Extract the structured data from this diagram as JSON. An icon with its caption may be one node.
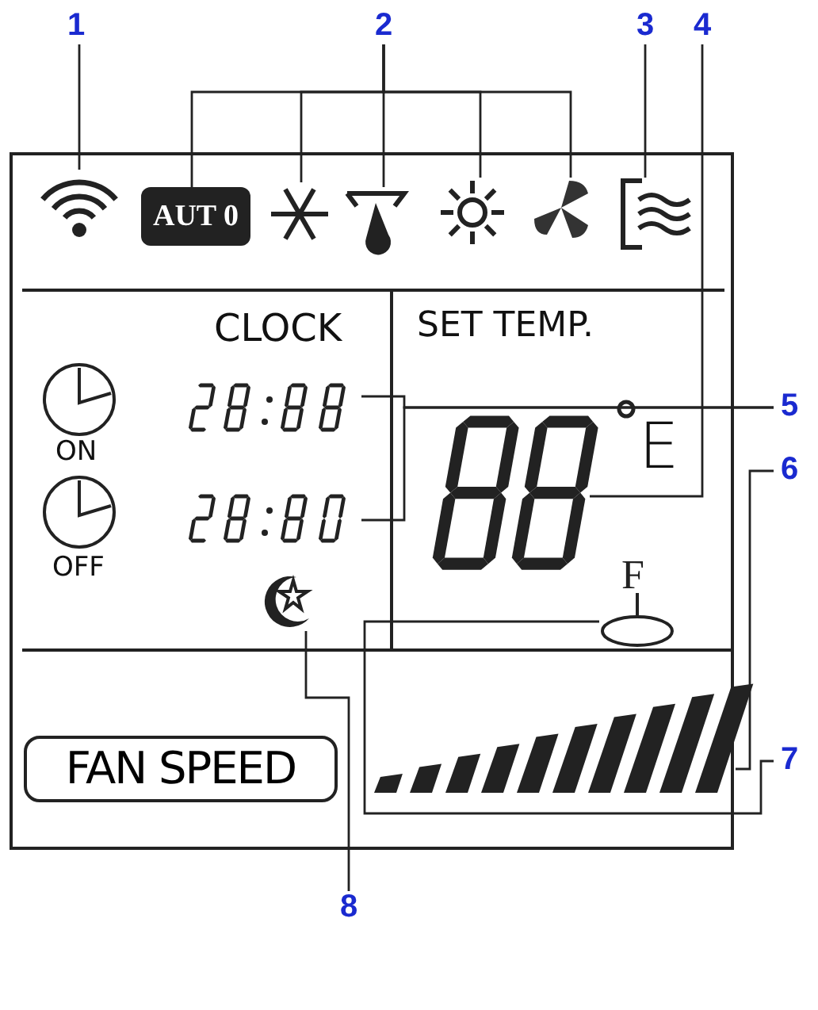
{
  "diagram": {
    "nodes": [
      {
        "text": [
          "1"
        ]
      },
      {
        "text": [
          "2"
        ]
      },
      {
        "text": [
          "3"
        ]
      },
      {
        "text": [
          "4"
        ]
      },
      {
        "text": [
          "5"
        ]
      },
      {
        "text": [
          "6"
        ]
      },
      {
        "text": [
          "7"
        ]
      },
      {
        "text": [
          "8"
        ]
      },
      {
        "text": [],
        "shape": "icon"
      },
      {
        "text": [
          "AUT 0"
        ]
      },
      {
        "text": [],
        "shape": "icon"
      },
      {
        "text": [],
        "shape": "icon"
      },
      {
        "text": [],
        "shape": "icon"
      },
      {
        "text": [],
        "shape": "icon"
      },
      {
        "text": [],
        "shape": "icon"
      },
      {
        "text": [],
        "shape": "display"
      },
      {
        "text": [],
        "shape": "display"
      },
      {
        "text": [],
        "shape": "display"
      },
      {
        "text": [
          "F"
        ]
      },
      {
        "text": [],
        "shape": "icon"
      },
      {
        "text": [],
        "shape": "bar"
      },
      {
        "text": [
          "FAN SPEED"
        ]
      }
    ],
    "edges": [
      {
        "from": 0,
        "to": 8,
        "arrow": "none"
      },
      {
        "from": 1,
        "to": 9,
        "arrow": "none"
      },
      {
        "from": 1,
        "to": 10,
        "arrow": "none"
      },
      {
        "from": 1,
        "to": 11,
        "arrow": "none"
      },
      {
        "from": 1,
        "to": 12,
        "arrow": "none"
      },
      {
        "from": 1,
        "to": 13,
        "arrow": "none"
      },
      {
        "from": 2,
        "to": 14,
        "arrow": "none"
      },
      {
        "from": 3,
        "to": 17,
        "arrow": "none"
      },
      {
        "from": 4,
        "to": 15,
        "arrow": "none"
      },
      {
        "from": 4,
        "to": 16,
        "arrow": "none"
      },
      {
        "from": 5,
        "to": 20,
        "arrow": "none"
      },
      {
        "from": 6,
        "to": 18,
        "arrow": "none"
      },
      {
        "from": 7,
        "to": 19,
        "arrow": "none"
      }
    ],
    "labels": [
      "CLOCK",
      "SET TEMP.",
      "ON",
      "E",
      "OFF"
    ]
  }
}
